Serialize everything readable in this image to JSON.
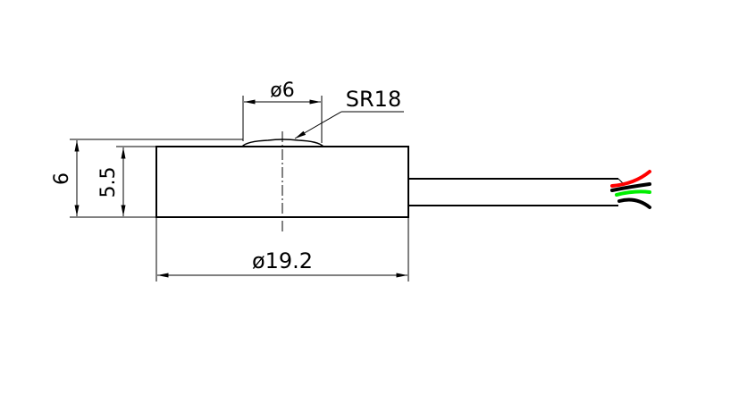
{
  "drawing": {
    "dim_height_total": "6",
    "dim_height_body": "5.5",
    "dim_dome_diameter": "ø6",
    "dim_dome_radius": "SR18",
    "dim_body_diameter": "ø19.2"
  },
  "colors": {
    "line": "#000000",
    "wire_red": "#ff0000",
    "wire_green": "#00ee00",
    "wire_black": "#000000"
  }
}
